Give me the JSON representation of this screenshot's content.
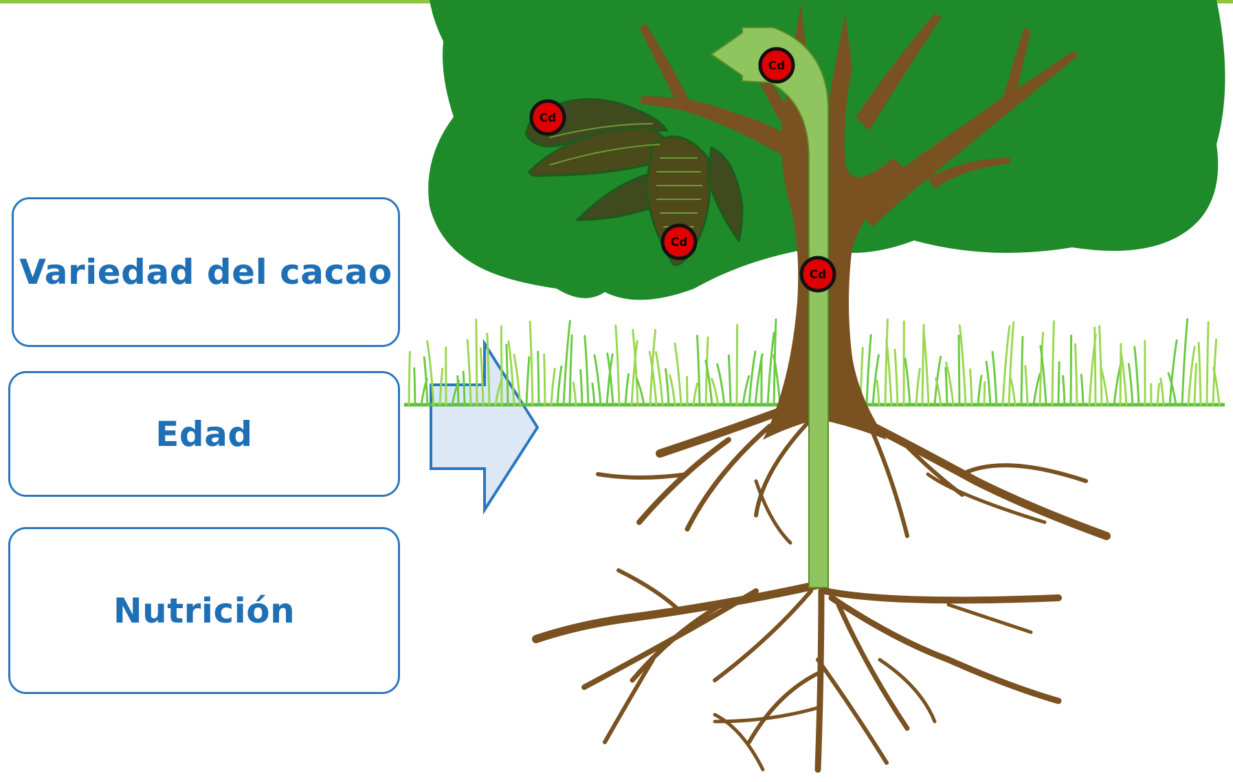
{
  "factors": [
    {
      "label": "Variedad del cacao"
    },
    {
      "label": "Edad"
    },
    {
      "label": "Nutrición"
    }
  ],
  "cd_marker": {
    "label": "Cd",
    "count": 4
  },
  "colors": {
    "box_border": "#2a77be",
    "box_text": "#1f6fb5",
    "arrow_fill": "#dce8f5",
    "canopy": "#1f8a2a",
    "trunk": "#7a5120",
    "flow": "#8fc45e",
    "grass": "#5bbf3a",
    "cd_fill": "#e00000",
    "top_bar": "#8cc63f"
  }
}
